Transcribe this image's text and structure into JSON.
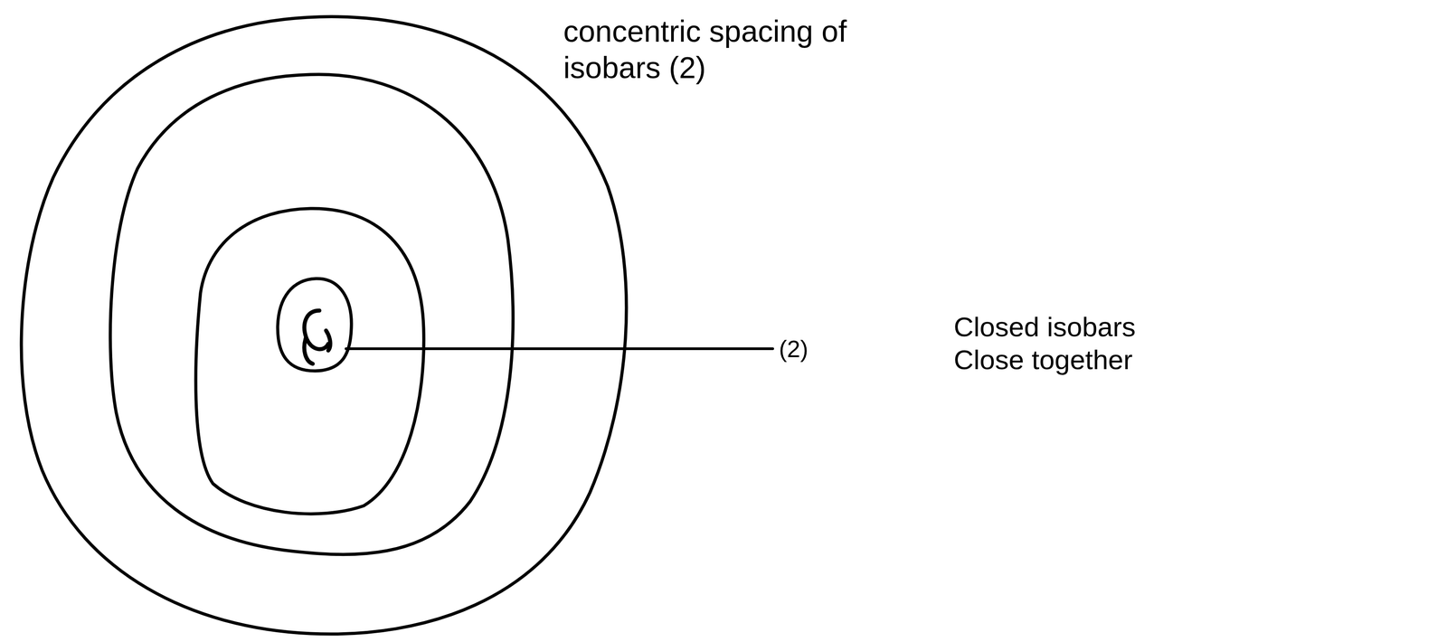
{
  "diagram": {
    "labels": [
      "concentric spacing of isobars (2)",
      "(2)",
      "Closed isobars Close together"
    ]
  }
}
